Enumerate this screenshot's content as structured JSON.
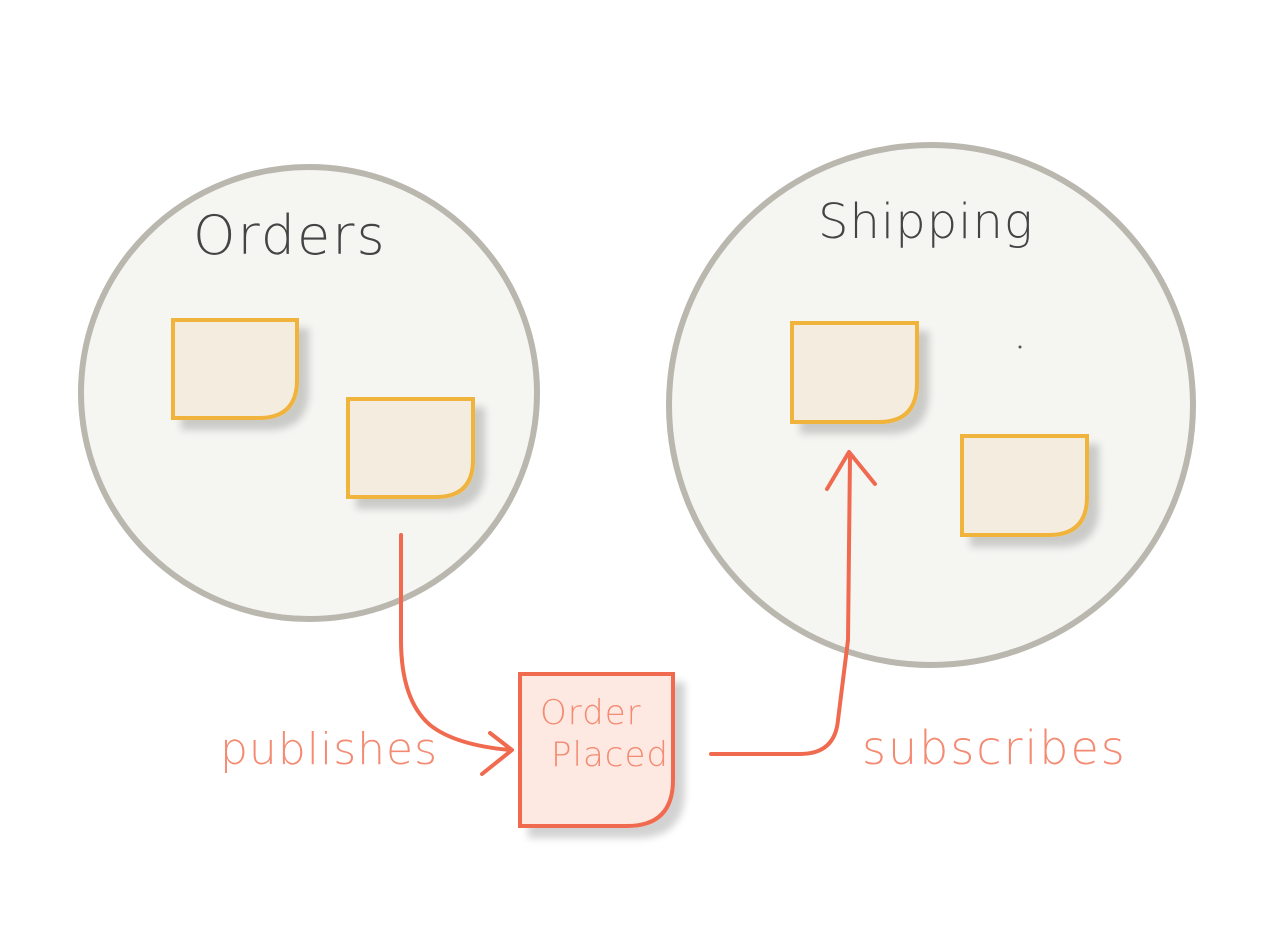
{
  "contexts": [
    {
      "id": "orders",
      "label": "Orders"
    },
    {
      "id": "shipping",
      "label": "Shipping"
    }
  ],
  "event": {
    "line1": "Order",
    "line2": "Placed"
  },
  "relations": {
    "publishes": "publishes",
    "subscribes": "subscribes"
  },
  "colors": {
    "context_stroke": "#b9b7ae",
    "context_fill": "#f5f5f2",
    "entity_stroke": "#f0b33a",
    "entity_fill": "#f4ecdf",
    "event_stroke": "#f06a4f",
    "event_fill": "#fde8e2",
    "relation_text": "#f48a72",
    "label_text": "#444444"
  }
}
